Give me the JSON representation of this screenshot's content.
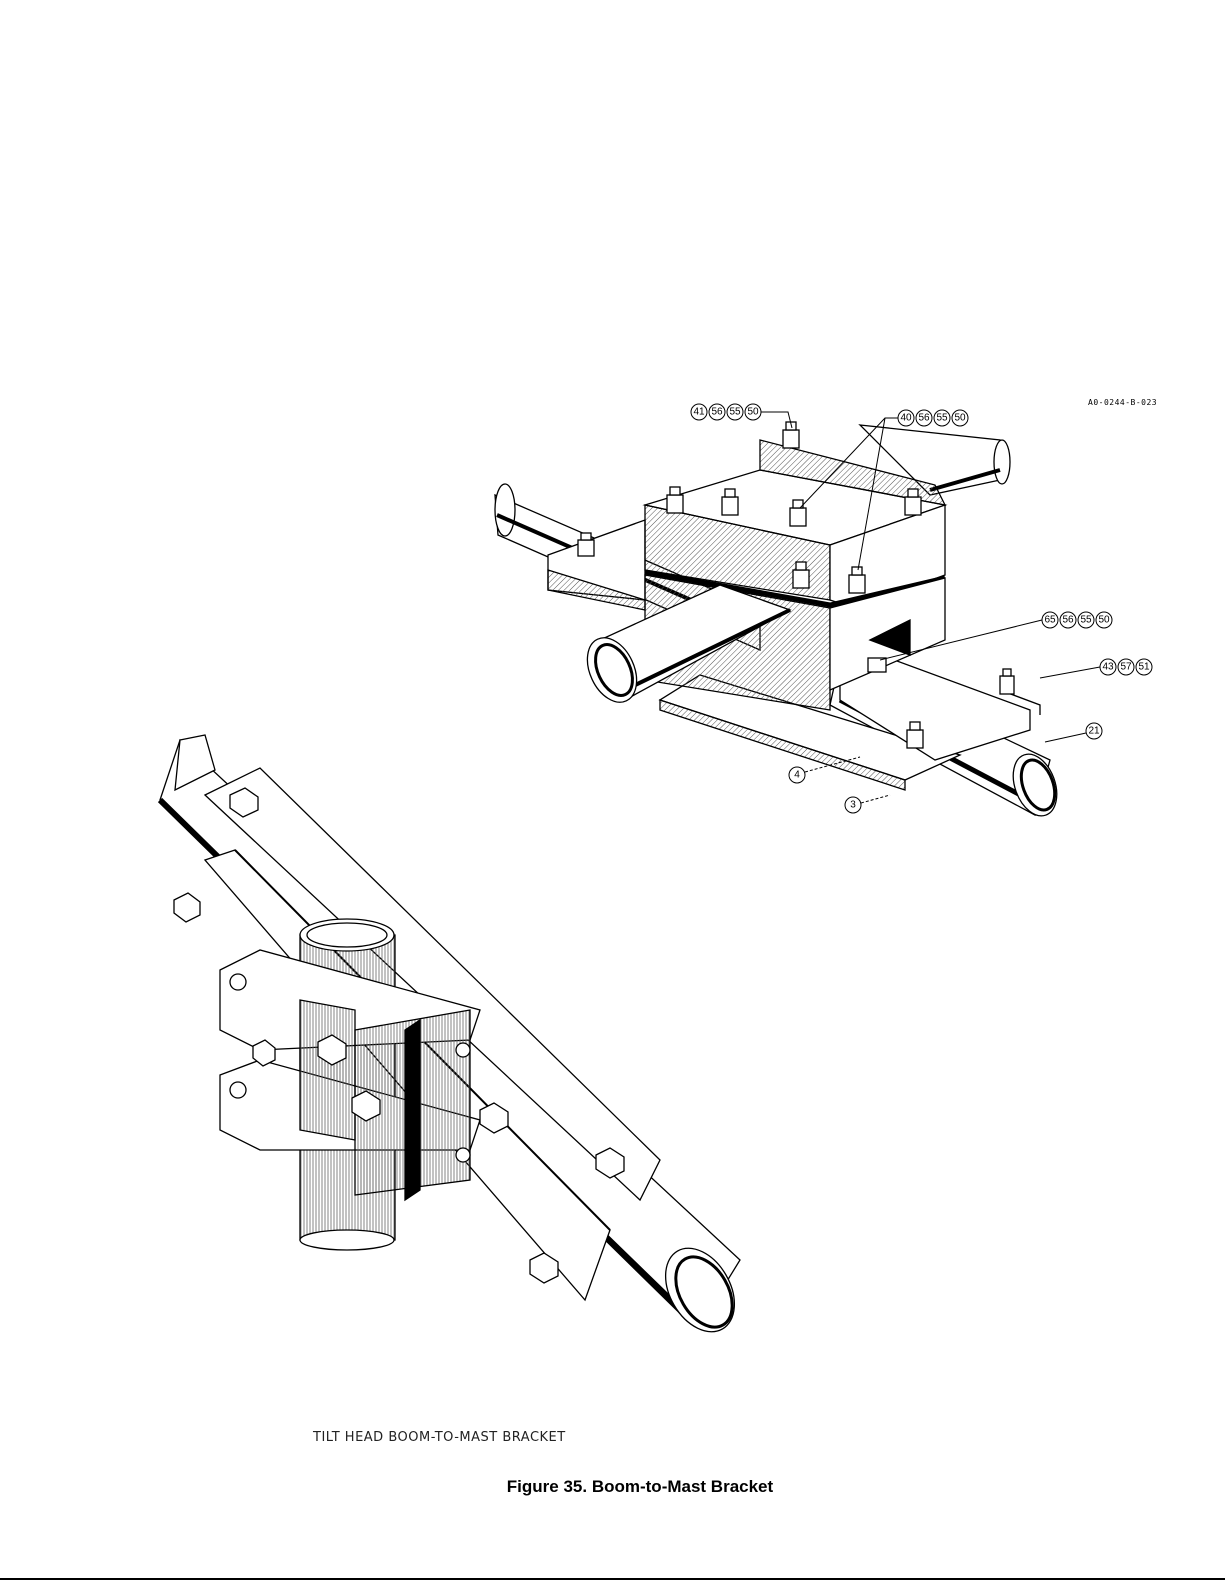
{
  "drawing_id": "A0-0244-B-023",
  "callouts": {
    "group_a": [
      "41",
      "56",
      "55",
      "50"
    ],
    "group_b": [
      "40",
      "56",
      "55",
      "50"
    ],
    "group_c": [
      "65",
      "56",
      "55",
      "50"
    ],
    "group_d": [
      "43",
      "57",
      "51"
    ],
    "item_21": "21",
    "item_4": "4",
    "item_3": "3"
  },
  "sub_caption": "TILT HEAD BOOM-TO-MAST BRACKET",
  "figure_caption": "Figure 35. Boom-to-Mast Bracket"
}
